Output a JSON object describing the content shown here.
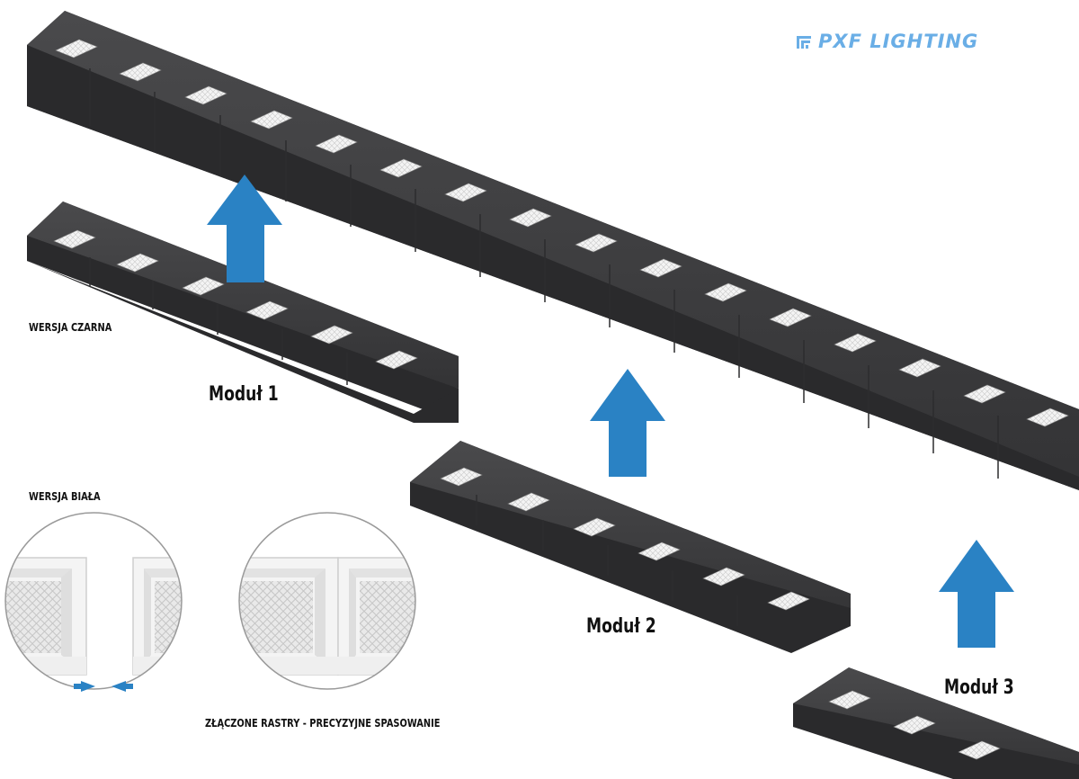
{
  "brand": {
    "logo_text": "PXF LIGHTING",
    "logo_color": "#6aaee6",
    "mark_icon": "pxf-logo-mark"
  },
  "labels": {
    "black_version": "WERSJA CZARNA",
    "white_version": "WERSJA BIAŁA",
    "module_1": "Moduł 1",
    "module_2": "Moduł 2",
    "module_3": "Moduł 3",
    "joined_caption": "ZŁĄCZONE RASTRY -  PRECYZYJNE SPASOWANIE"
  },
  "colors": {
    "arrow_blue": "#2a82c4",
    "housing_dark": "#3b3b3d",
    "housing_light": "#f3f3f3"
  },
  "icons": [
    "up-arrow-icon",
    "converging-arrows-icon"
  ]
}
